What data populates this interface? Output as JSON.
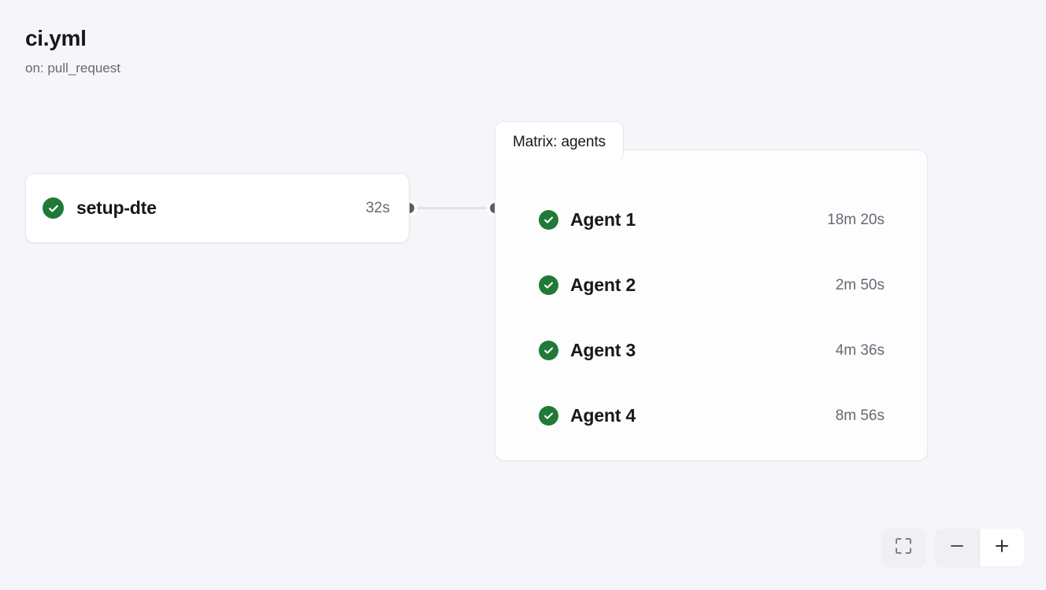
{
  "header": {
    "title": "ci.yml",
    "trigger": "on: pull_request"
  },
  "colors": {
    "canvas_background": "#f6f6fa",
    "success_green": "#1f7a38",
    "node_background": "#ffffff",
    "node_border": "#e6e6ec",
    "edge": "#e2e2e8",
    "port": "#5c5f66",
    "text_primary": "#16181d",
    "text_muted": "#656a73"
  },
  "graph": {
    "job_node": {
      "status": "success",
      "status_icon": "check-circle-icon",
      "label": "setup-dte",
      "duration": "32s",
      "output_port": "output-port-dot"
    },
    "edge": {
      "from": "setup-dte",
      "to": "matrix-agents",
      "source_port": "output-port-dot",
      "target_port": "input-port-dot"
    },
    "matrix_group": {
      "header_label": "Matrix: agents",
      "input_port": "input-port-dot",
      "rows": [
        {
          "status": "success",
          "status_icon": "check-circle-icon",
          "label": "Agent 1",
          "duration": "18m 20s"
        },
        {
          "status": "success",
          "status_icon": "check-circle-icon",
          "label": "Agent 2",
          "duration": "2m 50s"
        },
        {
          "status": "success",
          "status_icon": "check-circle-icon",
          "label": "Agent 3",
          "duration": "4m 36s"
        },
        {
          "status": "success",
          "status_icon": "check-circle-icon",
          "label": "Agent 4",
          "duration": "8m 56s"
        }
      ]
    }
  },
  "controls": {
    "fit_view": {
      "icon": "fit-view-icon",
      "label": "Fit view"
    },
    "zoom_out": {
      "icon": "minus-icon",
      "label": "Zoom out"
    },
    "zoom_in": {
      "icon": "plus-icon",
      "label": "Zoom in"
    }
  }
}
